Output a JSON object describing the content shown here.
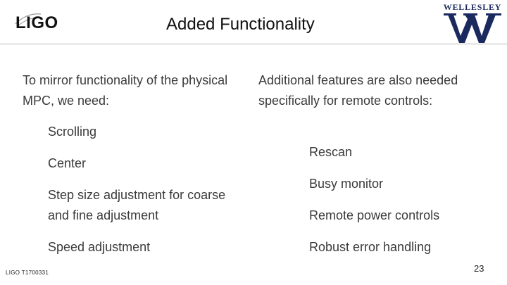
{
  "header": {
    "logo_text": "LIGO",
    "title": "Added Functionality",
    "partner_logo_text": "WELLESLEY"
  },
  "left_column": {
    "intro": "To mirror functionality of the physical MPC, we need:",
    "items": [
      "Scrolling",
      "Center",
      "Step size adjustment for coarse and fine adjustment",
      "Speed adjustment"
    ]
  },
  "right_column": {
    "intro": "Additional features are also needed specifically for remote controls:",
    "items": [
      "Rescan",
      "Busy monitor",
      "Remote power controls",
      "Robust error handling"
    ]
  },
  "footer": {
    "document_id": "LIGO T1700331",
    "page_number": "23"
  },
  "colors": {
    "text": "#3a3a3a",
    "title": "#111111",
    "wellesley_blue": "#1b2a5e",
    "rule": "#b8b8b8"
  }
}
